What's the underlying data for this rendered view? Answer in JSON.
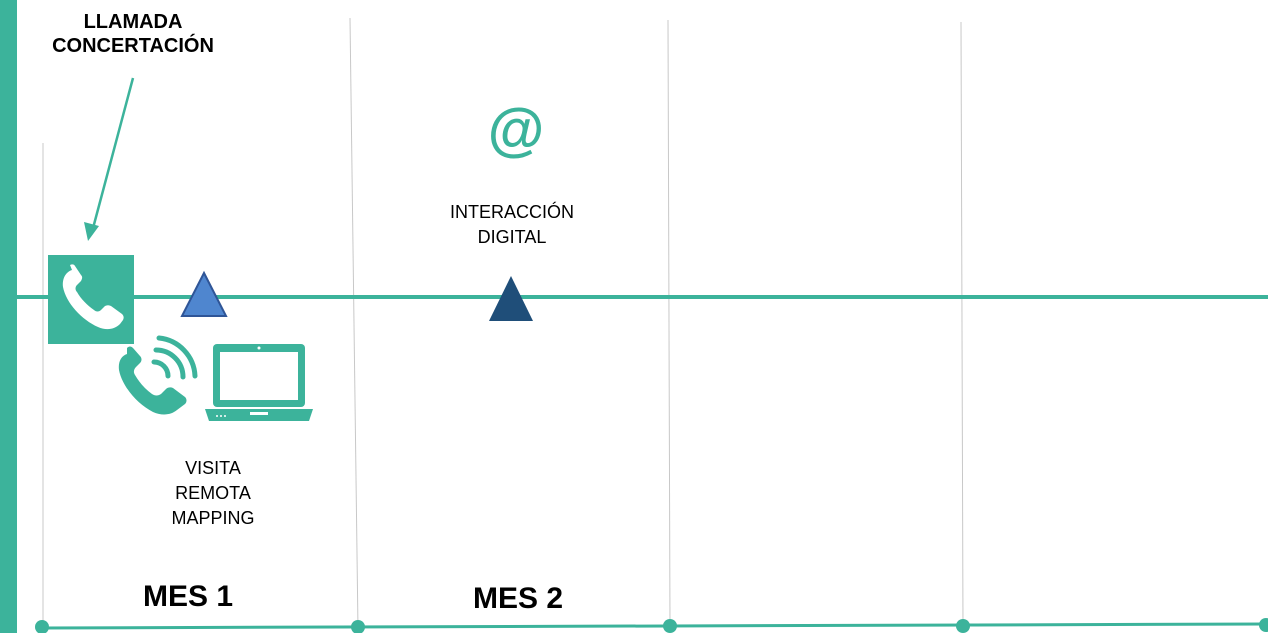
{
  "colors": {
    "teal": "#3cb39b",
    "blue_triangle": "#4f86cf",
    "navy_triangle": "#1f4e79",
    "grid": "#c8c8c8"
  },
  "icons": {
    "phone": "phone-icon",
    "phone_ringing": "phone-ringing-icon",
    "laptop": "laptop-icon",
    "at": "at-sign-icon"
  },
  "at_symbol": "@",
  "callout": {
    "line1": "LLAMADA",
    "line2": "CONCERTACIÓN"
  },
  "event_digital": {
    "line1": "INTERACCIÓN",
    "line2": "DIGITAL"
  },
  "event_visit": {
    "line1": "VISITA",
    "line2": "REMOTA",
    "line3": "MAPPING"
  },
  "months": [
    {
      "label": "MES 1"
    },
    {
      "label": "MES 2"
    }
  ]
}
